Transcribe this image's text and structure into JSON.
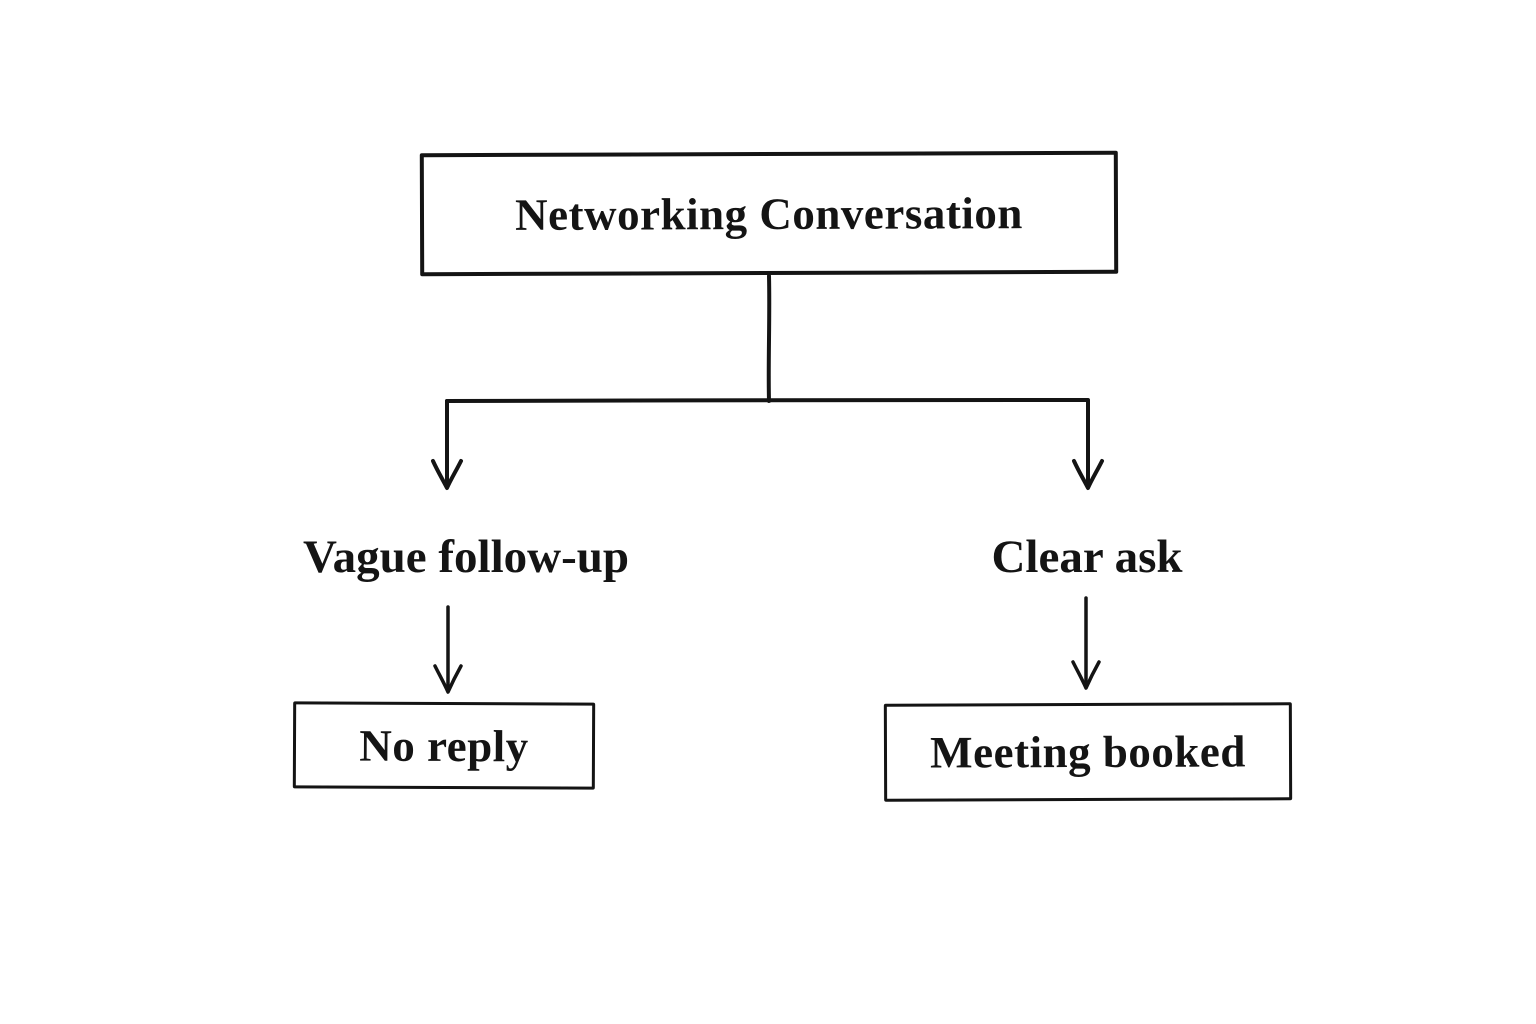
{
  "diagram": {
    "type": "flowchart",
    "background_color": "#ffffff",
    "stroke_color": "#141414",
    "nodes": {
      "root": {
        "label": "Networking Conversation",
        "shape": "rectangle"
      },
      "left_branch": {
        "label": "Vague follow-up",
        "shape": "text"
      },
      "right_branch": {
        "label": "Clear ask",
        "shape": "text"
      },
      "left_outcome": {
        "label": "No reply",
        "shape": "rectangle"
      },
      "right_outcome": {
        "label": "Meeting booked",
        "shape": "rectangle"
      }
    },
    "edges": [
      {
        "from": "root",
        "to": "left_branch",
        "style": "arrow"
      },
      {
        "from": "root",
        "to": "right_branch",
        "style": "arrow"
      },
      {
        "from": "left_branch",
        "to": "left_outcome",
        "style": "arrow"
      },
      {
        "from": "right_branch",
        "to": "right_outcome",
        "style": "arrow"
      }
    ]
  }
}
